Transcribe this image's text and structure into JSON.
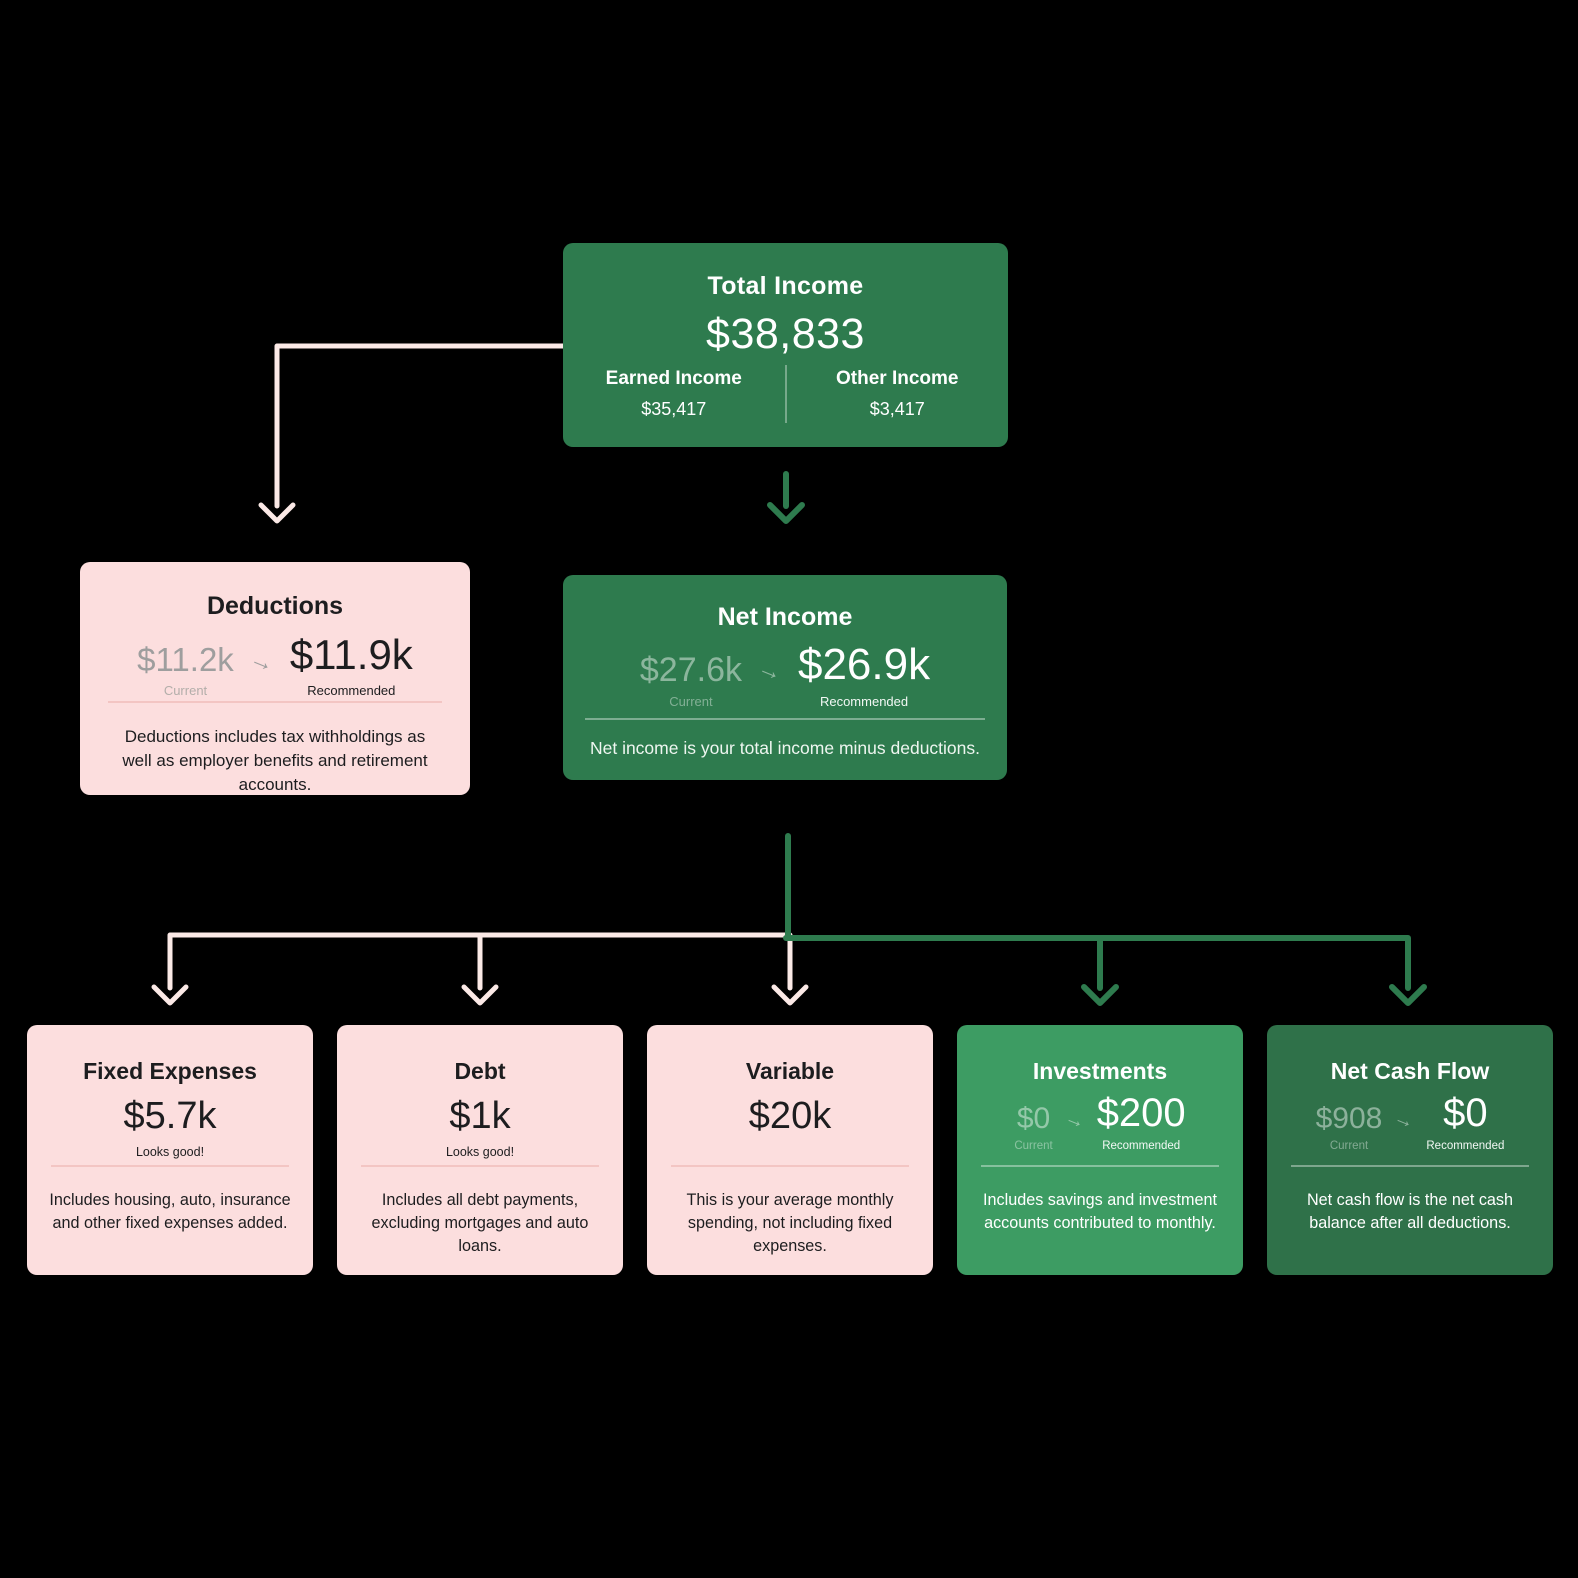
{
  "colors": {
    "background": "#000000",
    "green_dark": "#2e7b4e",
    "green_mid": "#3d9c63",
    "green_deep": "#2f7149",
    "pink_card": "#fcdede",
    "pink_connector": "#fbe9e6"
  },
  "labels": {
    "current": "Current",
    "recommended": "Recommended",
    "arrow": "→"
  },
  "cards": {
    "total_income": {
      "title": "Total Income",
      "value": "$38,833",
      "items": [
        {
          "label": "Earned Income",
          "value": "$35,417"
        },
        {
          "label": "Other Income",
          "value": "$3,417"
        }
      ]
    },
    "deductions": {
      "title": "Deductions",
      "current": "$11.2k",
      "recommended": "$11.9k",
      "description": "Deductions includes tax withholdings as well as employer benefits and retirement accounts."
    },
    "net_income": {
      "title": "Net Income",
      "current": "$27.6k",
      "recommended": "$26.9k",
      "description": "Net income is your total income minus deductions."
    },
    "fixed_expenses": {
      "title": "Fixed Expenses",
      "value": "$5.7k",
      "status": "Looks good!",
      "description": "Includes housing, auto, insurance and other fixed expenses added."
    },
    "debt": {
      "title": "Debt",
      "value": "$1k",
      "status": "Looks good!",
      "description": "Includes all debt payments, excluding mortgages and auto loans."
    },
    "variable": {
      "title": "Variable",
      "value": "$20k",
      "description": "This is your average monthly spending, not including fixed expenses."
    },
    "investments": {
      "title": "Investments",
      "current": "$0",
      "recommended": "$200",
      "description": "Includes savings and investment accounts contributed to monthly."
    },
    "net_cash_flow": {
      "title": "Net Cash Flow",
      "current": "$908",
      "recommended": "$0",
      "description": "Net cash flow is the net cash balance after all deductions."
    }
  }
}
